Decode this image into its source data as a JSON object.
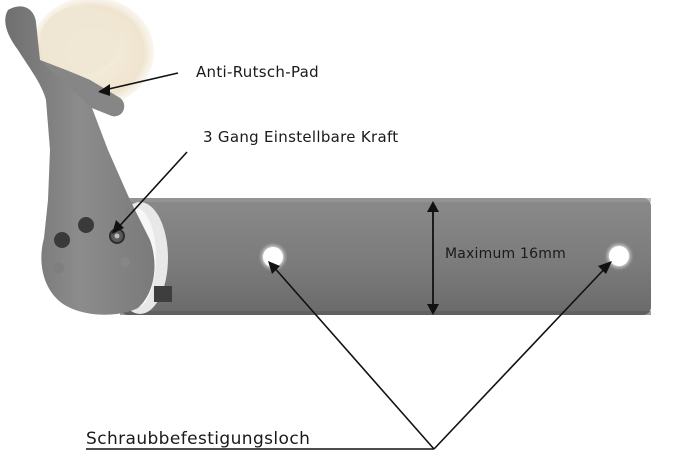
{
  "annotations": {
    "pad_label": "Anti-Rutsch-Pad",
    "force_label": "3 Gang Einstellbare Kraft",
    "max_label": "Maximum 16mm",
    "holes_label": "Schraubbefestigungsloch"
  },
  "colors": {
    "body": "#7d7d7d",
    "body_dark": "#5c5c5c",
    "felt": "#efe6d4",
    "line": "#111111"
  }
}
